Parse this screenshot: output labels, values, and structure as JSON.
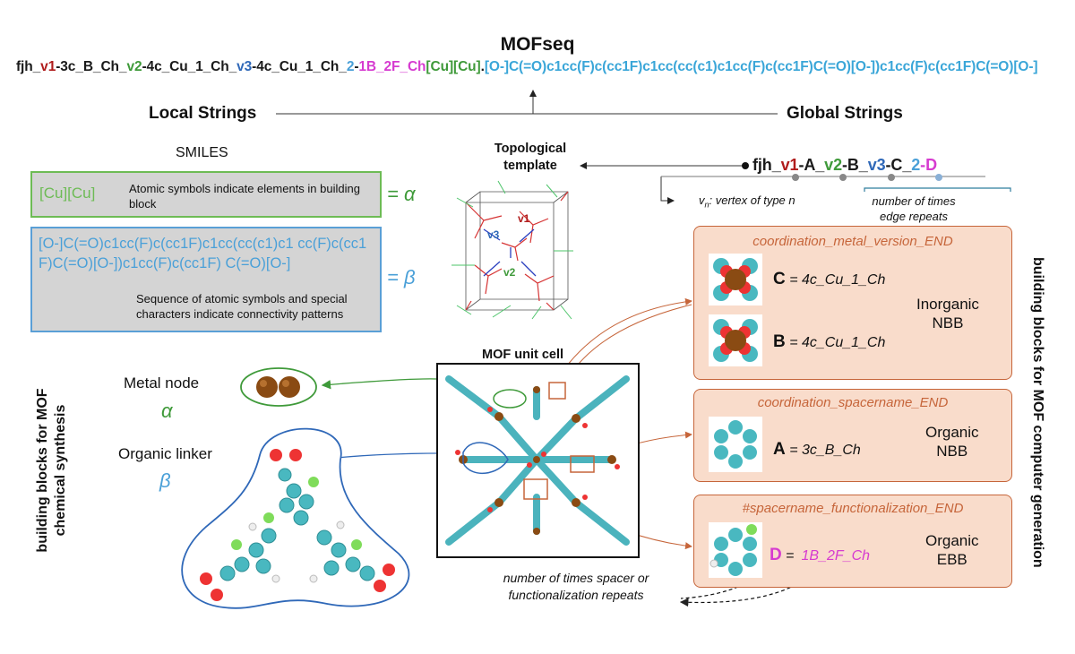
{
  "header": {
    "title": "MOFseq",
    "sequence": [
      {
        "text": "fjh_",
        "color": "dark"
      },
      {
        "text": "v1",
        "color": "red"
      },
      {
        "text": "-3c_B_Ch_",
        "color": "dark"
      },
      {
        "text": "v2",
        "color": "green"
      },
      {
        "text": "-4c_Cu_1_Ch_",
        "color": "dark"
      },
      {
        "text": "v3",
        "color": "blue"
      },
      {
        "text": "-4c_Cu_1_Ch_",
        "color": "dark"
      },
      {
        "text": "2",
        "color": "lblue"
      },
      {
        "text": "-",
        "color": "dark"
      },
      {
        "text": "1B_2F_Ch",
        "color": "mag"
      },
      {
        "text": "[Cu][Cu]",
        "color": "green"
      },
      {
        "text": ".",
        "color": "dark"
      },
      {
        "text": "[O-]C(=O)c1cc(F)c(cc1F)c1cc(cc(c1)c1cc(F)c(cc1F)C(=O)[O-])c1cc(F)c(cc1F)C(=O)[O-]",
        "color": "cyan"
      }
    ],
    "local_strings": "Local Strings",
    "global_strings": "Global Strings"
  },
  "smiles": {
    "label": "SMILES",
    "alpha": {
      "code": "[Cu][Cu]",
      "desc": "Atomic symbols indicate elements in building block",
      "eq": "= α"
    },
    "beta": {
      "code": "[O-]C(=O)c1cc(F)c(cc1F)c1cc(cc(c1)c1 cc(F)c(cc1F)C(=O)[O-])c1cc(F)c(cc1F) C(=O)[O-]",
      "desc": "Sequence of atomic symbols and special characters indicate connectivity patterns",
      "eq": "= β"
    }
  },
  "topology": {
    "label": "Topological template",
    "v1": "v1",
    "v2": "v2",
    "v3": "v3",
    "code": [
      {
        "text": "fjh_",
        "color": "dark"
      },
      {
        "text": "v1",
        "color": "red"
      },
      {
        "text": "-A_",
        "color": "dark"
      },
      {
        "text": "v2",
        "color": "green"
      },
      {
        "text": "-B_",
        "color": "dark"
      },
      {
        "text": "v3",
        "color": "blue"
      },
      {
        "text": "-C_",
        "color": "dark"
      },
      {
        "text": "2",
        "color": "lblue"
      },
      {
        "text": "-D",
        "color": "mag"
      }
    ],
    "vertex_note_v": "v",
    "vertex_note_n": "n",
    "vertex_note_rest": ": vertex of type n",
    "edge_note": "number of times edge repeats"
  },
  "left": {
    "vertical_label_1": "building blocks for MOF",
    "vertical_label_2": "chemical synthesis",
    "metal_node": "Metal node",
    "alpha": "α",
    "organic_linker": "Organic linker",
    "beta": "β"
  },
  "center": {
    "unit_cell": "MOF unit cell",
    "spacer_note": "number of times spacer or functionalization repeats"
  },
  "right": {
    "vertical_label": "building blocks for MOF computer generation",
    "box1": {
      "header": "coordination_metal_version_END",
      "c_letter": "C",
      "c_value": "= 4c_Cu_1_Ch",
      "b_letter": "B",
      "b_value": "= 4c_Cu_1_Ch",
      "kind1": "Inorganic",
      "kind2": "NBB"
    },
    "box2": {
      "header": "coordination_spacername_END",
      "a_letter": "A",
      "a_value": "= 3c_B_Ch",
      "kind1": "Organic",
      "kind2": "NBB"
    },
    "box3": {
      "header": "#spacername_functionalization_END",
      "d_letter": "D",
      "d_eq": "=",
      "d_value": "1B_2F_Ch",
      "kind1": "Organic",
      "kind2": "EBB"
    }
  },
  "colors": {
    "dark": "#1a1a1a",
    "red": "#b01c1c",
    "green": "#3f9a3a",
    "blue": "#2f68b8",
    "lblue": "#4aa0d8",
    "mag": "#d63bd0",
    "cyan": "#3aa6d8",
    "orange": "#c6653a",
    "nbb_fill": "#f9dccb"
  }
}
